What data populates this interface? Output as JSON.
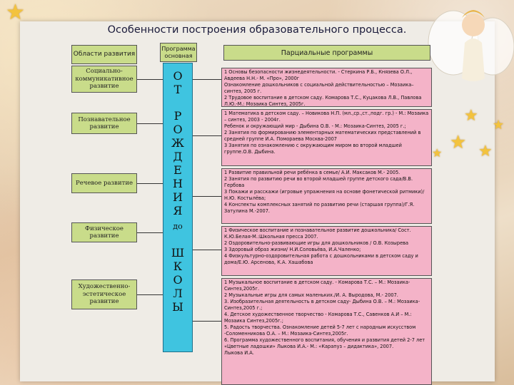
{
  "title": "Особенности построения образовательного процесса.",
  "headers": {
    "areas": "Области развития",
    "basic_program": "Программа основная",
    "partial_programs": "Парциальные программы"
  },
  "areas": [
    "Социально-коммуникативное развитие",
    "Познавательное развитие",
    "Речевое развитие",
    "Физическое развитие",
    "Художественно-эстетическое развитие"
  ],
  "basic_program_letters": {
    "ot": [
      "О",
      "Т"
    ],
    "rozhdeniya": [
      "Р",
      "О",
      "Ж",
      "Д",
      "Е",
      "Н",
      "И",
      "Я"
    ],
    "do": "до",
    "shkoly": [
      "Ш",
      "К",
      "О",
      "Л",
      "Ы"
    ]
  },
  "partial_programs": [
    [
      "1 Основы безопасности жизнедеятельности. - Стеркина Р.Б., Князева О.Л., Авдеева Н.Н.- М. «Про», 2000г",
      "Ознакомление дошкольников с социальной действительностью – Мозаика–синтез, 2005 г.",
      "2 Трудовое воспитание в детском саду. Комарова Т.С., Куцакова Л.В., Павлова Л.Ю.-М.: Мозаика Синтез, 2005г."
    ],
    [
      "1 Математика в детском саду. – Новикова Н.П. (мл.,ср.,ст.,подг. гр.) - М.: Мозаика – синтез, 2003 - 2004г.",
      "Ребенок и окружающий мир - Дыбина О.В. - М.: Мозаика-Синтез, 2005 г.;",
      "2 Занятия по формированию элементарных математических представлений в средней группе И.А. Помораева Москва-2007",
      "3 Занятия по ознакомлению с окружающим миром во второй младшей группе.О.В. Дыбина."
    ],
    [
      "1 Развитие правильной речи ребёнка в семье/ А.И. Максаков М.- 2005.",
      "2 Занятия по развитию речи во второй младшей группе детского сада/В.В. Гербова",
      "3 Покажи и расскажи (игровые упражнения на основе фонетической ритмики)/Н.Ю. Костылёва;",
      "4 Конспекты комплексных занятий по развитию речи (старшая группа)/Г.Я. Затулина М.-2007."
    ],
    [
      "1 Физическое воспитание и познавательное развитие дошкольника/ Сост. К.Ю.Белая-М.:Школьная пресса 2007.",
      "2 Оздоровительно-развивающие игры для дошкольников / О.В. Козырева",
      "3 Здоровый образ жизни/ Н.И.Соловьёва, И.А.Чаленко;",
      "4 Физкультурно-оздоровительная работа с дошкольниками в детском саду и дома/Е.Ю. Арсенова, К.А. Хашабова"
    ],
    [
      "1 Музыкальное воспитание в детском саду. - Комарова Т.С. – М.: Мозаика-Синтез,2005г.",
      "2 Музыкальные игры для самых маленьких./И. А. Выродова, М.- 2007.",
      "3. Изобразительная деятельность в детском саду- Дыбина О.В. – М.: Мозаика-Синтез,2005 г.;",
      "4. Детское художественное творчество - Комарова Т.С., Савенков А.И – М.: Мозаика Синтез,2005г.;",
      "5. Радость творчества. Ознакомление детей 5-7 лет с народным искусством -Соломенникова О.А. – М.: Мозаика-Синтез,2005г.",
      "6. Программа художественного воспитания, обучения и развития детей 2-7 лет «Цветные ладошки» Лыкова И.А.- М.: «Карапуз – дидактика», 2007.",
      "Лыкова И.А."
    ]
  ],
  "colors": {
    "areas_fill": "#c9dc8a",
    "basic_column_fill": "#3fc4e0",
    "partial_fill": "#f4b3c8",
    "frame": "#efece6"
  }
}
